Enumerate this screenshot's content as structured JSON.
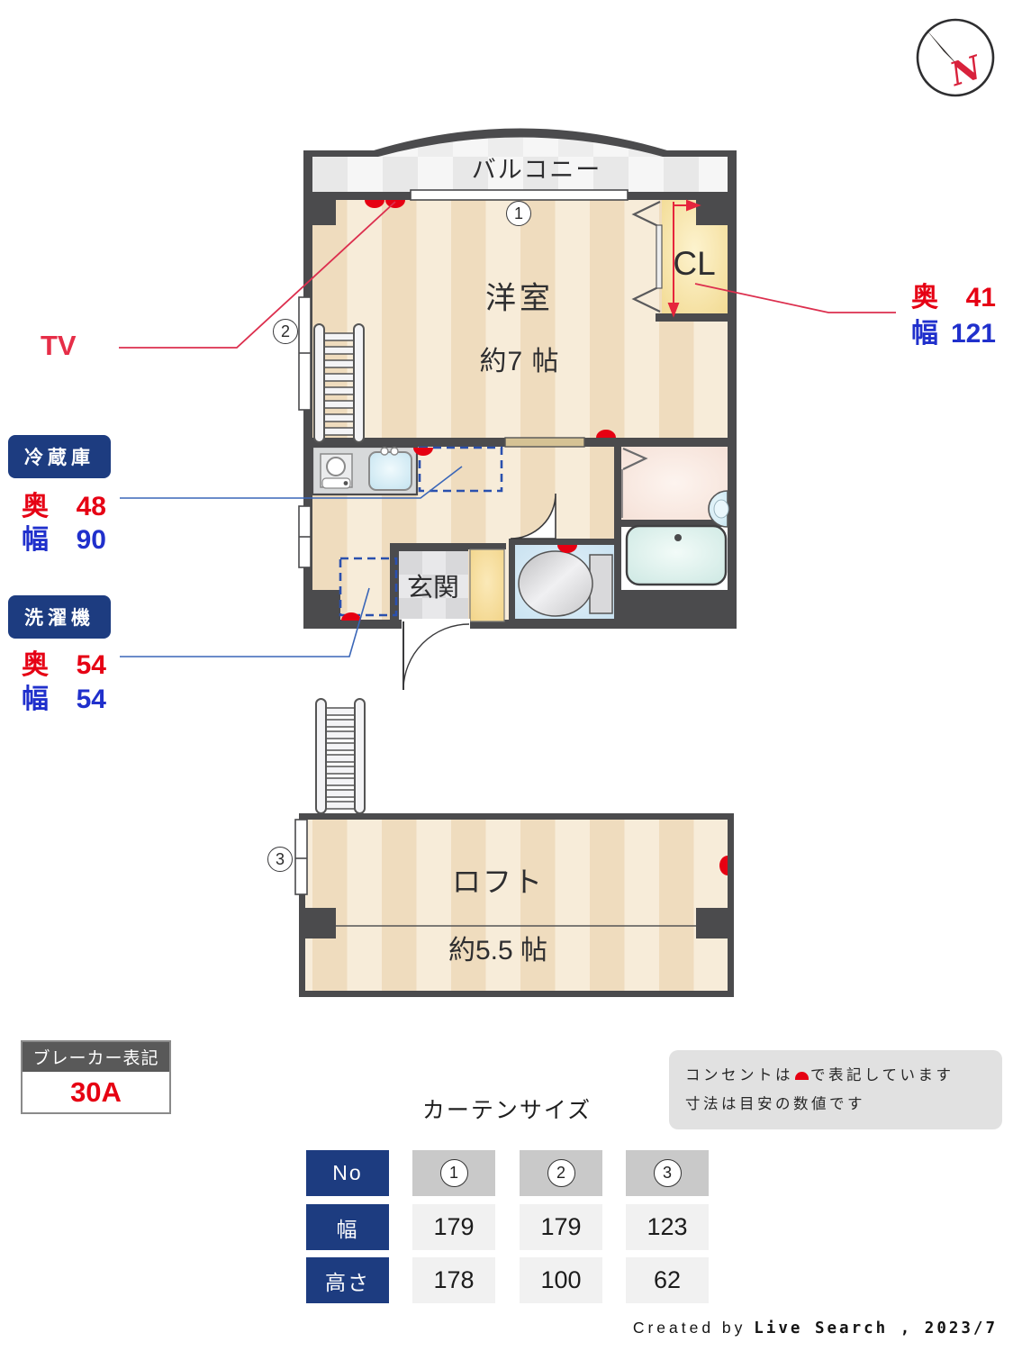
{
  "compass": {
    "north_label": "N"
  },
  "plan": {
    "balcony_label": "バルコニー",
    "room_name": "洋室",
    "room_size": "約7 帖",
    "closet_label": "CL",
    "entrance_label": "玄関",
    "loft_name": "ロフト",
    "loft_size": "約5.5 帖",
    "curtain_markers": [
      "1",
      "2",
      "3"
    ]
  },
  "annotations": {
    "tv_label": "TV",
    "fridge": {
      "title": "冷蔵庫",
      "depth_label": "奥",
      "depth": "48",
      "width_label": "幅",
      "width": "90"
    },
    "washer": {
      "title": "洗濯機",
      "depth_label": "奥",
      "depth": "54",
      "width_label": "幅",
      "width": "54"
    },
    "closet_dims": {
      "depth_label": "奥",
      "depth": "41",
      "width_label": "幅",
      "width": "121"
    },
    "breaker": {
      "title": "ブレーカー表記",
      "value": "30A"
    },
    "notes": {
      "line1_pre": "コンセントは",
      "line1_post": "で表記しています",
      "line2": "寸法は目安の数値です"
    }
  },
  "curtain_table": {
    "title": "カーテンサイズ",
    "row_headers": [
      "No",
      "幅",
      "高さ"
    ],
    "columns": [
      "1",
      "2",
      "3"
    ],
    "widths": [
      "179",
      "179",
      "123"
    ],
    "heights": [
      "178",
      "100",
      "62"
    ]
  },
  "footer": {
    "created_by": "Created by ",
    "credit": "Live Search , 2023/7"
  },
  "colors": {
    "wall": "#4b4b4d",
    "floor_stripe_dark": "#efdcbe",
    "floor_stripe_light": "#f7ecd9",
    "closet_yellow": "#f6e1a4",
    "outlet_red": "#e60012",
    "label_red": "#e60014",
    "label_blue": "#2030cc",
    "leader_red": "#dc2f4e",
    "leader_blue": "#3a66b8",
    "table_blue": "#1d3c80",
    "washroom_pink": "#f7e5dd",
    "toilet_floor_blue": "#d3e8f4",
    "tub_blue": "#d9efec"
  }
}
